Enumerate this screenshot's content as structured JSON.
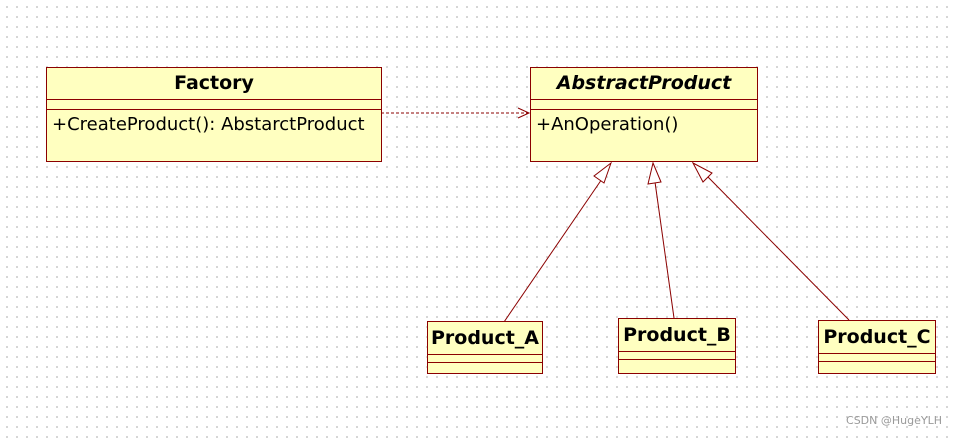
{
  "diagram": {
    "classes": [
      {
        "id": "factory",
        "name": "Factory",
        "abstract": false,
        "operations": [
          "+CreateProduct(): AbstarctProduct"
        ]
      },
      {
        "id": "abstract-product",
        "name": "AbstractProduct",
        "abstract": true,
        "operations": [
          "+AnOperation()"
        ]
      },
      {
        "id": "product-a",
        "name": "Product_A",
        "abstract": false,
        "operations": []
      },
      {
        "id": "product-b",
        "name": "Product_B",
        "abstract": false,
        "operations": []
      },
      {
        "id": "product-c",
        "name": "Product_C",
        "abstract": false,
        "operations": []
      }
    ],
    "relations": [
      {
        "type": "dependency",
        "from": "factory",
        "to": "abstract-product"
      },
      {
        "type": "generalization",
        "from": "product-a",
        "to": "abstract-product"
      },
      {
        "type": "generalization",
        "from": "product-b",
        "to": "abstract-product"
      },
      {
        "type": "generalization",
        "from": "product-c",
        "to": "abstract-product"
      }
    ],
    "colors": {
      "class_fill": "#ffffc0",
      "class_border": "#8b0000",
      "connector": "#8b0000"
    }
  },
  "watermark": "CSDN @HugeYLH"
}
